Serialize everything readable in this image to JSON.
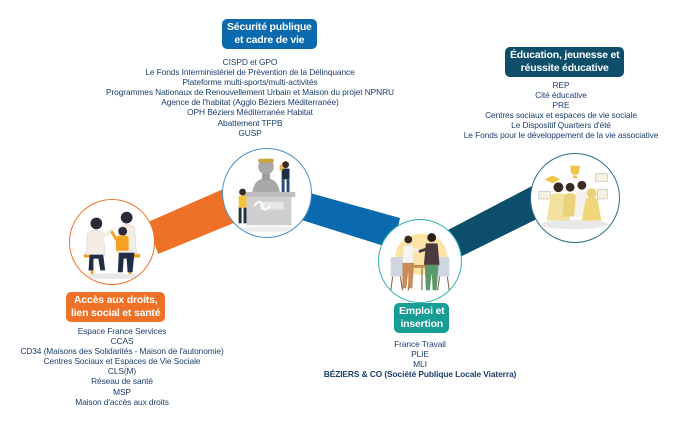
{
  "colors": {
    "orange": "#ee7127",
    "blue": "#0b6aad",
    "navy": "#0d4f6b",
    "teal": "#169d94",
    "text": "#1d3f6e"
  },
  "nodes": {
    "acces": {
      "badge_lines": [
        "Accès aux droits,",
        "lien social et santé"
      ],
      "icon": "doctor-consultation-illustration",
      "items": [
        "Espace France Services",
        "CCAS",
        "CD34 (Maisons des Solidarités - Maison de l'autonomie)",
        "Centres Sociaux et Espaces de Vie Sociale",
        "CLS(M)",
        "Réseau de santé",
        "MSP",
        "Maison d'accès aux droits"
      ]
    },
    "securite": {
      "badge_lines": [
        "Sécurité publique",
        "et cadre de vie"
      ],
      "icon": "statue-cleaning-illustration",
      "items": [
        "CISPD et GPO",
        "Le Fonds Interministériel de Prévention de la Délinquance",
        "Plateforme multi-sports/multi-activités",
        "Programmes Nationaux de Renouvellement Urbain et Maison du projet NPNRU",
        "Agence de l'habitat (Agglo Béziers Méditerranée)",
        "OPH Béziers Méditerranée Habitat",
        "Abattement TFPB",
        "GUSP"
      ]
    },
    "emploi": {
      "badge_lines": [
        "Emploi et",
        "insertion"
      ],
      "icon": "handshake-illustration",
      "items": [
        "France Travail",
        "PLIE",
        "MLI"
      ],
      "strong_item": "BÉZIERS & CO (Société Publique Locale Viaterra)"
    },
    "education": {
      "badge_lines": [
        "Éducation, jeunesse et",
        "réussite éducative"
      ],
      "icon": "students-graduation-illustration",
      "items": [
        "REP",
        "Cité éducative",
        "PRE",
        "Centres sociaux et espaces de vie sociale",
        "Le Dispositif Quartiers d'été",
        "Le Fonds pour le développement de la vie associative"
      ]
    }
  }
}
